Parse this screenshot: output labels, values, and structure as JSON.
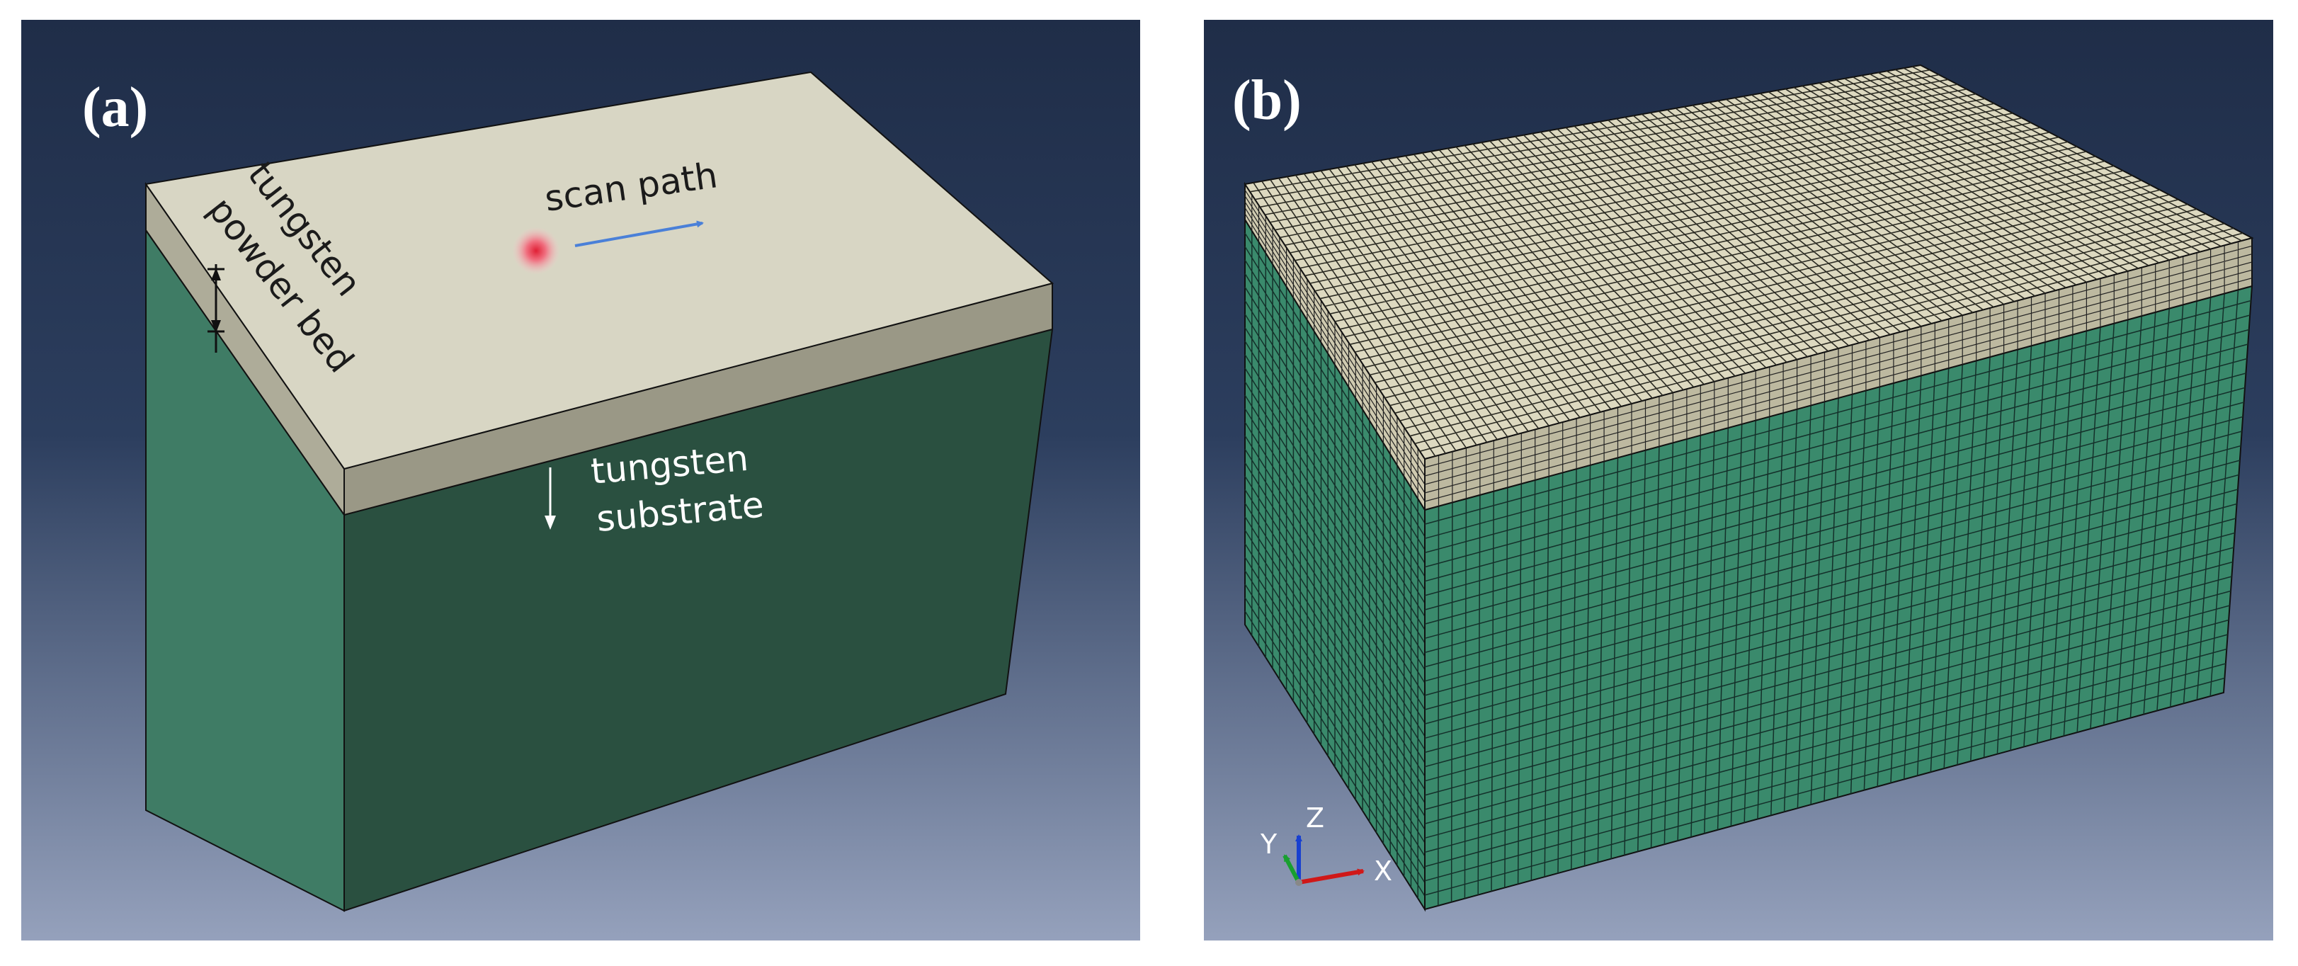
{
  "panel_a": {
    "label": "(a)",
    "powder_bed_line1": "tungsten",
    "powder_bed_line2": "powder bed",
    "scan_path": "scan path",
    "substrate_line1": "tungsten",
    "substrate_line2": "substrate"
  },
  "panel_b": {
    "label": "(b)",
    "axes": {
      "x": "X",
      "y": "Y",
      "z": "Z"
    }
  },
  "colors": {
    "background_top": "#1f2d48",
    "background_bottom": "#8e9ab6",
    "powder_top": "#d8d6c4",
    "powder_side": "#9a9886",
    "substrate_front": "#2a5040",
    "substrate_left": "#3f7c65",
    "mesh_top": "#ddd9c0",
    "mesh_side": "#3a8a6c",
    "laser_spot": "#e83a4a",
    "scan_arrow": "#4a80d8"
  },
  "icons": [
    "laser-spot-icon",
    "scan-direction-arrow-icon",
    "axis-triad-icon"
  ]
}
